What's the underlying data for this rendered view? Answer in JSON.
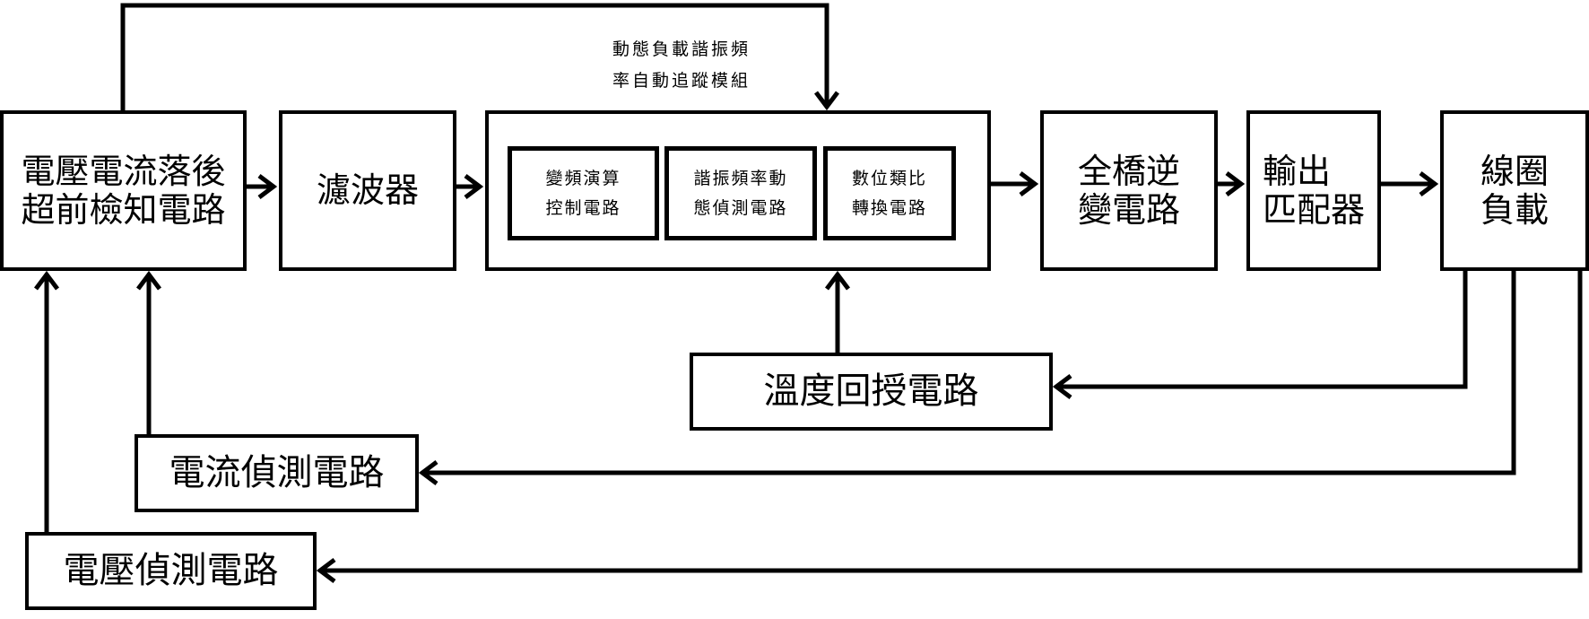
{
  "diagram": {
    "blocks": {
      "detector": "電壓電流落後\n超前檢知電路",
      "filter": "濾波器",
      "module_caption": "動態負載諧振頻\n率自動追蹤模組",
      "freq_calc": "變頻演算\n控制電路",
      "resonance_detect": "諧振頻率動\n態偵測電路",
      "dac": "數位類比\n轉換電路",
      "inverter": "全橋逆\n變電路",
      "matcher": "輸出\n匹配器",
      "coil_load": "線圈\n負載",
      "temp_feedback": "溫度回授電路",
      "current_detect": "電流偵測電路",
      "voltage_detect": "電壓偵測電路"
    },
    "connections": [
      {
        "from": "detector",
        "to": "filter"
      },
      {
        "from": "filter",
        "to": "module"
      },
      {
        "from": "module",
        "to": "inverter"
      },
      {
        "from": "inverter",
        "to": "matcher"
      },
      {
        "from": "matcher",
        "to": "coil_load"
      },
      {
        "from": "detector",
        "to": "module",
        "route": "top loop"
      },
      {
        "from": "temp_feedback",
        "to": "module"
      },
      {
        "from": "coil_load",
        "to": "temp_feedback"
      },
      {
        "from": "coil_load",
        "to": "current_detect"
      },
      {
        "from": "coil_load",
        "to": "voltage_detect"
      },
      {
        "from": "current_detect",
        "to": "detector"
      },
      {
        "from": "voltage_detect",
        "to": "detector"
      }
    ]
  }
}
